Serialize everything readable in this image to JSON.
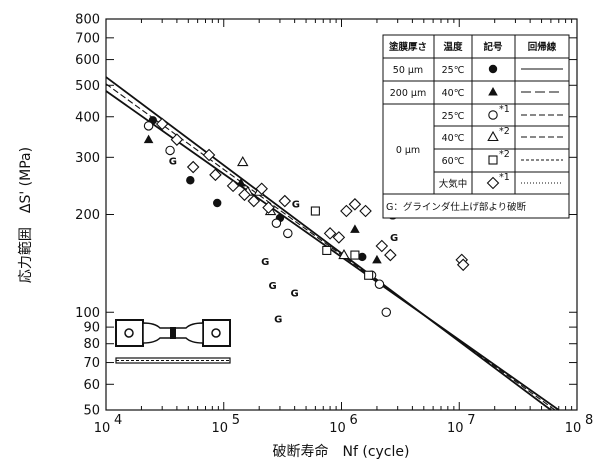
{
  "chart_data": {
    "type": "scatter",
    "xscale": "log",
    "yscale": "log",
    "xlim": [
      10000,
      100000000
    ],
    "ylim": [
      50,
      800
    ],
    "xlabel": "破断寿命　Nf (cycle)",
    "ylabel": "応力範囲　ΔS' (MPa)",
    "grid": false,
    "legend_position": "top-right",
    "x_tick_labels": [
      {
        "value": 10000,
        "base": "10",
        "exp": "4"
      },
      {
        "value": 100000,
        "base": "10",
        "exp": "5"
      },
      {
        "value": 1000000,
        "base": "10",
        "exp": "6"
      },
      {
        "value": 10000000,
        "base": "10",
        "exp": "7"
      },
      {
        "value": 100000000,
        "base": "10",
        "exp": "8"
      }
    ],
    "y_tick_labels": [
      {
        "value": 50,
        "label": "50"
      },
      {
        "value": 60,
        "label": "60"
      },
      {
        "value": 70,
        "label": "70"
      },
      {
        "value": 80,
        "label": "80"
      },
      {
        "value": 90,
        "label": "90"
      },
      {
        "value": 100,
        "label": "100"
      },
      {
        "value": 200,
        "label": "200"
      },
      {
        "value": 300,
        "label": "300"
      },
      {
        "value": 400,
        "label": "400"
      },
      {
        "value": 500,
        "label": "500"
      },
      {
        "value": 600,
        "label": "600"
      },
      {
        "value": 700,
        "label": "700"
      },
      {
        "value": 800,
        "label": "800"
      }
    ],
    "legend": {
      "headers": [
        "塗膜厚さ",
        "温度",
        "記号",
        "回帰線"
      ],
      "rows": [
        {
          "thickness": "50 μm",
          "temperature": "25℃",
          "symbol": "filled-circle",
          "line": "solid"
        },
        {
          "thickness": "200 μm",
          "temperature": "40℃",
          "symbol": "filled-triangle",
          "line": "long-dash"
        },
        {
          "thickness": "0 μm",
          "temperature": "25℃",
          "symbol": "open-circle",
          "mark": "*1",
          "line": "dash"
        },
        {
          "thickness": "",
          "temperature": "40℃",
          "symbol": "open-triangle",
          "mark": "*2",
          "line": "dash"
        },
        {
          "thickness": "",
          "temperature": "60℃",
          "symbol": "open-square",
          "mark": "*2",
          "line": "short-dash"
        },
        {
          "thickness": "",
          "temperature": "大気中",
          "symbol": "open-diamond",
          "mark": "*1",
          "line": "dotted"
        }
      ],
      "note": "G：グラインダ仕上げ部より破断"
    },
    "regression_lines": [
      {
        "style": "solid",
        "points": [
          [
            10000,
            480
          ],
          [
            70000000,
            50
          ]
        ]
      },
      {
        "style": "solid",
        "points": [
          [
            10000,
            530
          ],
          [
            60000000,
            50
          ]
        ]
      },
      {
        "style": "dash",
        "points": [
          [
            10000,
            505
          ],
          [
            65000000,
            50
          ]
        ]
      }
    ],
    "series": [
      {
        "symbol": "filled-circle",
        "points": [
          [
            25000,
            390
          ],
          [
            52000,
            255
          ],
          [
            88000,
            217
          ],
          [
            300000,
            195
          ],
          [
            1500000,
            148
          ]
        ]
      },
      {
        "symbol": "filled-triangle",
        "points": [
          [
            23000,
            340
          ],
          [
            140000,
            250
          ],
          [
            1300000,
            180
          ],
          [
            2000000,
            145
          ]
        ]
      },
      {
        "symbol": "open-circle",
        "points": [
          [
            23000,
            375
          ],
          [
            35000,
            315
          ],
          [
            280000,
            188
          ],
          [
            350000,
            175
          ],
          [
            1800000,
            130
          ],
          [
            2100000,
            122
          ],
          [
            2400000,
            100
          ]
        ]
      },
      {
        "symbol": "open-triangle",
        "points": [
          [
            145000,
            290
          ],
          [
            160000,
            235
          ],
          [
            200000,
            235
          ],
          [
            250000,
            205
          ],
          [
            1050000,
            150
          ]
        ]
      },
      {
        "symbol": "open-square",
        "points": [
          [
            600000,
            205
          ],
          [
            750000,
            155
          ],
          [
            1300000,
            150
          ],
          [
            1700000,
            130
          ]
        ]
      },
      {
        "symbol": "open-diamond",
        "points": [
          [
            30000,
            380
          ],
          [
            40000,
            340
          ],
          [
            55000,
            280
          ],
          [
            75000,
            305
          ],
          [
            85000,
            265
          ],
          [
            120000,
            245
          ],
          [
            150000,
            230
          ],
          [
            180000,
            220
          ],
          [
            210000,
            240
          ],
          [
            240000,
            210
          ],
          [
            330000,
            220
          ],
          [
            800000,
            175
          ],
          [
            950000,
            170
          ],
          [
            1100000,
            205
          ],
          [
            1300000,
            215
          ],
          [
            1600000,
            205
          ],
          [
            2200000,
            160
          ],
          [
            2600000,
            150
          ],
          [
            10500000,
            145
          ],
          [
            10800000,
            140
          ]
        ]
      }
    ],
    "annotations": [
      {
        "text": "G",
        "x": 37000,
        "y": 285
      },
      {
        "text": "G",
        "x": 410000,
        "y": 210
      },
      {
        "text": "G",
        "x": 225000,
        "y": 140
      },
      {
        "text": "G",
        "x": 260000,
        "y": 118
      },
      {
        "text": "G",
        "x": 400000,
        "y": 112
      },
      {
        "text": "G",
        "x": 290000,
        "y": 93
      },
      {
        "text": "G",
        "x": 2700000,
        "y": 193
      },
      {
        "text": "G",
        "x": 2800000,
        "y": 166
      }
    ]
  }
}
